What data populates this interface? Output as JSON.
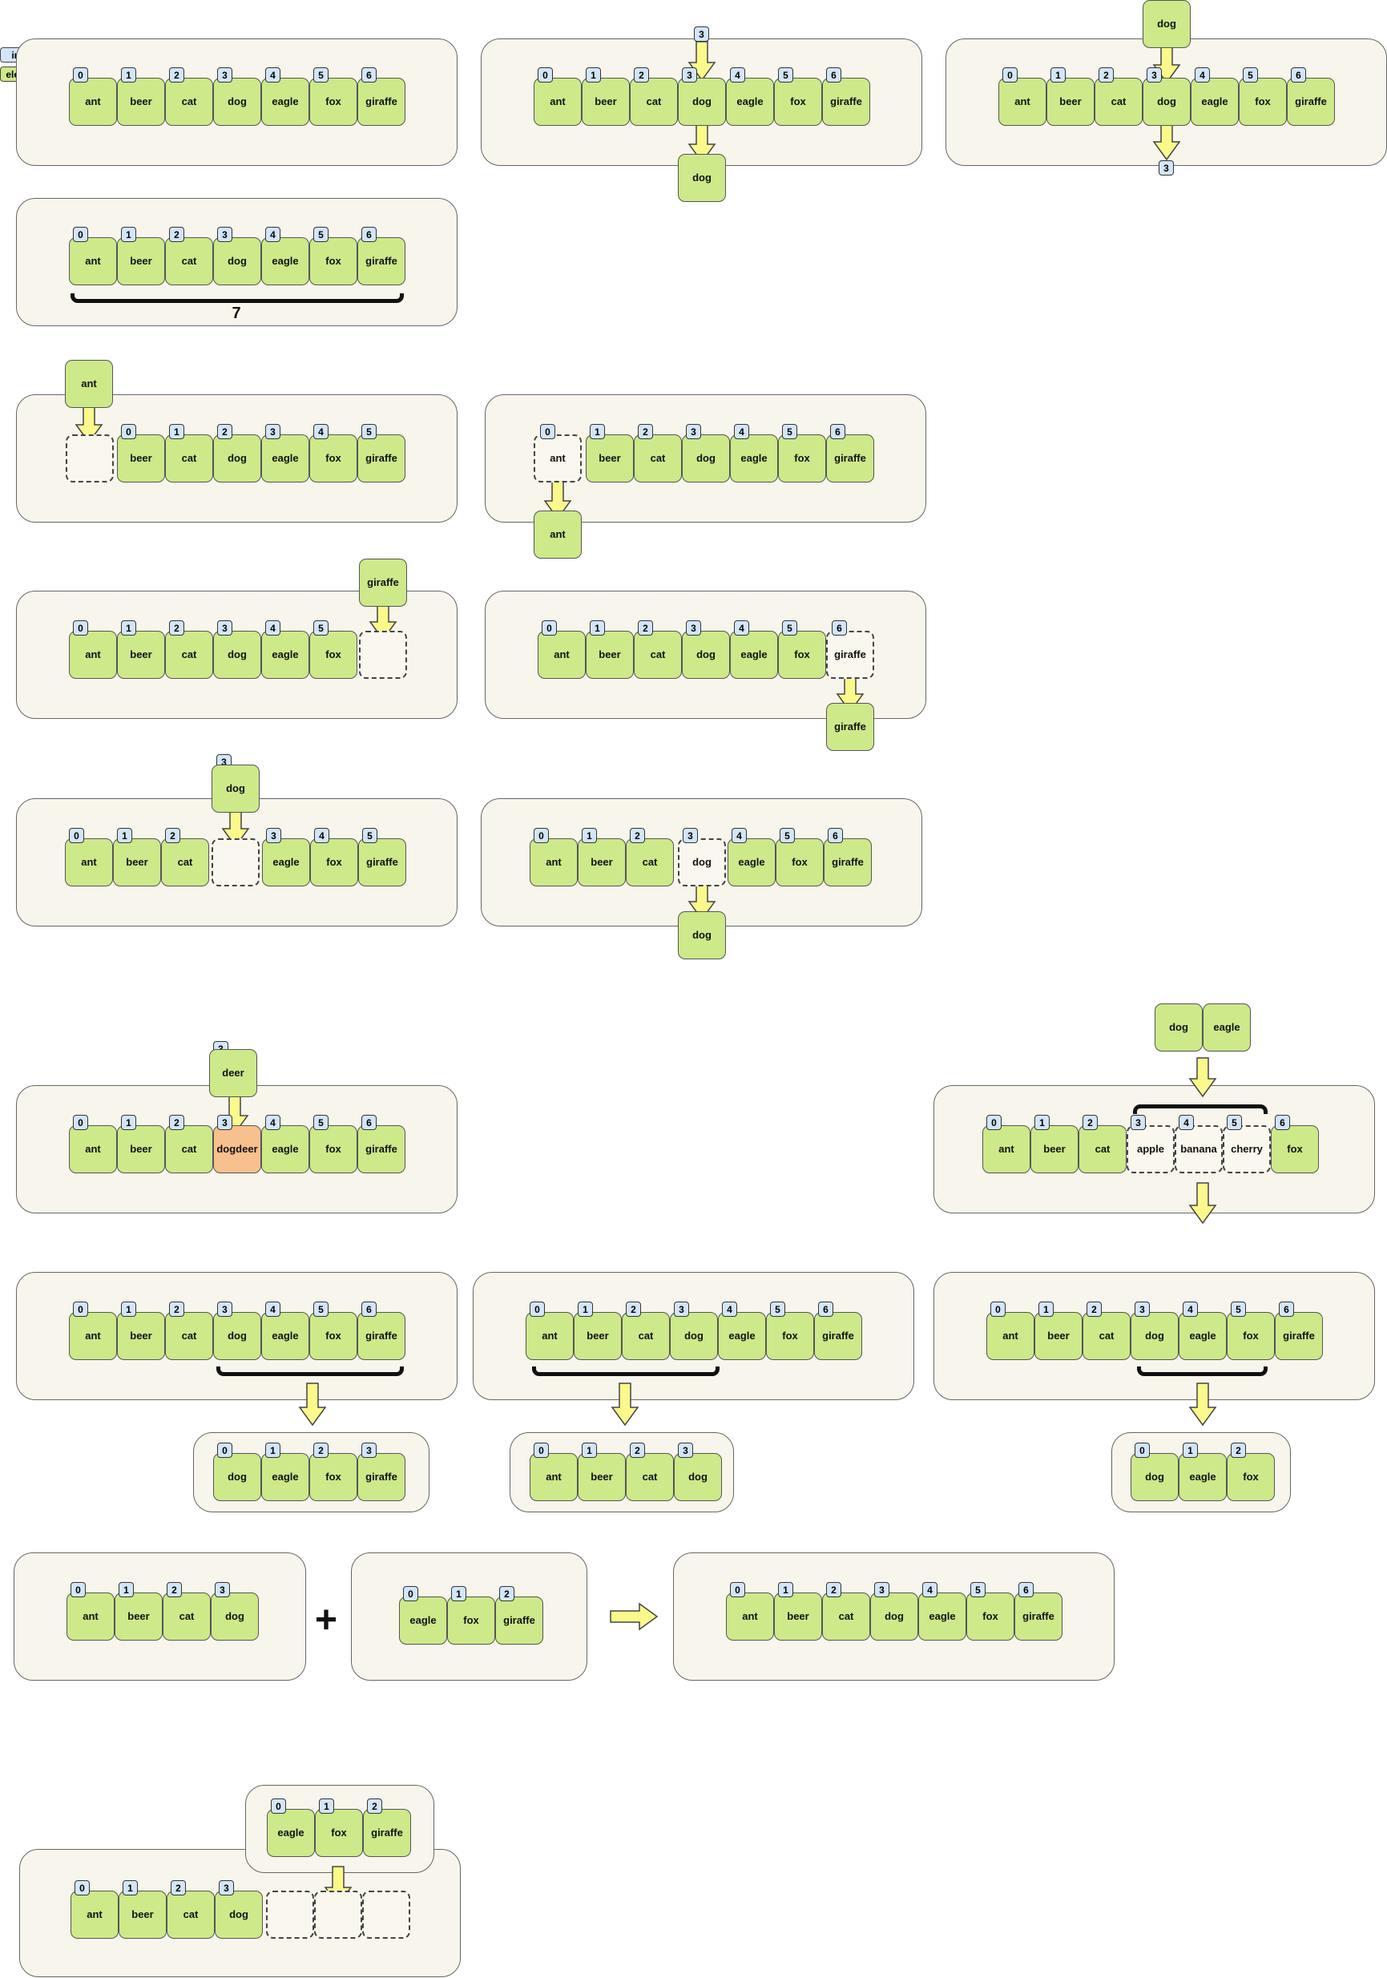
{
  "legend": {
    "index": "index",
    "element": "element"
  },
  "base": {
    "elements": [
      "ant",
      "beer",
      "cat",
      "dog",
      "eagle",
      "fox",
      "giraffe"
    ],
    "indices": [
      "0",
      "1",
      "2",
      "3",
      "4",
      "5",
      "6"
    ]
  },
  "length_label": "7",
  "delete_first": {
    "elements": [
      "beer",
      "cat",
      "dog",
      "eagle",
      "fox",
      "giraffe"
    ],
    "indices": [
      "0",
      "1",
      "2",
      "3",
      "4",
      "5"
    ]
  },
  "delete_middle": {
    "elements": [
      "ant",
      "beer",
      "cat",
      "eagle",
      "fox",
      "giraffe"
    ],
    "indices": [
      "0",
      "1",
      "2",
      "3",
      "4",
      "5"
    ]
  },
  "set_value": {
    "old": "dog",
    "new": "deer"
  },
  "replace_slice": {
    "elements": [
      "ant",
      "beer",
      "cat",
      "apple",
      "banana",
      "cherry",
      "fox"
    ],
    "indices": [
      "0",
      "1",
      "2",
      "3",
      "4",
      "5",
      "6"
    ],
    "new_items": [
      "dog",
      "eagle"
    ]
  },
  "slice_tail": {
    "elements": [
      "dog",
      "eagle",
      "fox",
      "giraffe"
    ],
    "indices": [
      "0",
      "1",
      "2",
      "3"
    ]
  },
  "slice_head": {
    "elements": [
      "ant",
      "beer",
      "cat",
      "dog"
    ],
    "indices": [
      "0",
      "1",
      "2",
      "3"
    ]
  },
  "slice_mid": {
    "elements": [
      "dog",
      "eagle",
      "fox"
    ],
    "indices": [
      "0",
      "1",
      "2"
    ]
  },
  "concat_left": {
    "elements": [
      "ant",
      "beer",
      "cat",
      "dog"
    ],
    "indices": [
      "0",
      "1",
      "2",
      "3"
    ]
  },
  "concat_right": {
    "elements": [
      "eagle",
      "fox",
      "giraffe"
    ],
    "indices": [
      "0",
      "1",
      "2"
    ]
  },
  "colors": {
    "element": "#cde98a",
    "index": "#d3e5f8",
    "panel": "#f8f5ec",
    "arrow": "#fbf98c",
    "changed": "#f7c08e"
  }
}
